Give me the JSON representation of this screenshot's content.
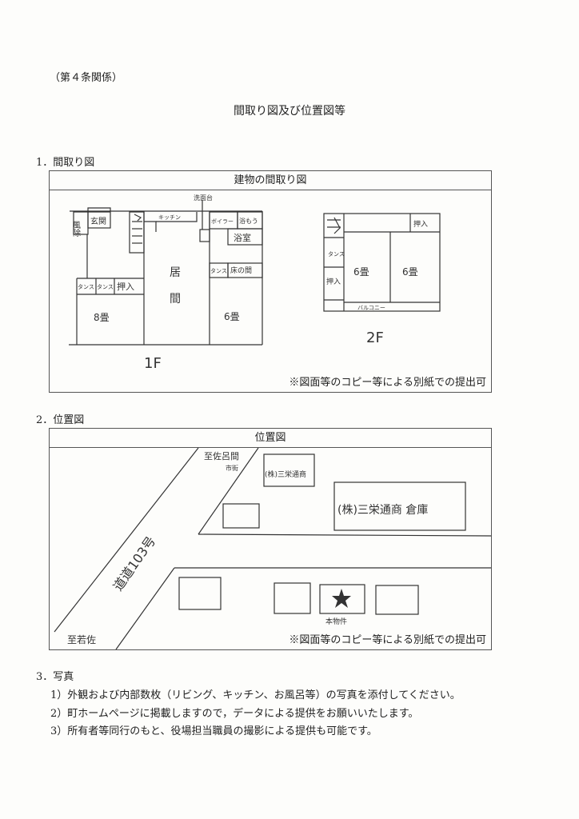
{
  "header": {
    "article_ref": "（第４条関係）",
    "title": "間取り図及び位置図等"
  },
  "section1": {
    "heading": "1．間取り図",
    "box_title": "建物の間取り図",
    "note": "※図面等のコピー等による別紙での提出可",
    "floor1": {
      "label": "1F",
      "rooms": {
        "windbreak": "風除",
        "entrance": "玄関",
        "kitchen": "キッチン",
        "washbasin": "洗面台",
        "boiler": "ボイラー",
        "bath_tub": "浴もう",
        "bathroom": "浴室",
        "living_1": "居",
        "living_2": "間",
        "tansu_right": "タンス",
        "tokonoma": "床の間",
        "tansu_left_1": "タンス",
        "tansu_left_2": "タンス",
        "closet": "押入",
        "room_8": "8畳",
        "room_6": "6畳"
      }
    },
    "floor2": {
      "label": "2F",
      "rooms": {
        "tansu": "タンス",
        "closet_left": "押入",
        "closet_top": "押入",
        "room_a": "6畳",
        "room_b": "6畳",
        "balcony": "バルコニー"
      }
    }
  },
  "section2": {
    "heading": "2．位置図",
    "box_title": "位置図",
    "note": "※図面等のコピー等による別紙での提出可",
    "labels": {
      "to_saroma": "至佐呂間",
      "to_saroma_sub": "市街",
      "road": "道道103号",
      "to_wakasa": "至若佐",
      "company": "(株)三栄通商",
      "warehouse": "(株)三栄通商 倉庫",
      "property": "本物件"
    }
  },
  "section3": {
    "heading": "3．写真",
    "items": [
      "1）外観および内部数枚（リビング、キッチン、お風呂等）の写真を添付してください。",
      "2）町ホームページに掲載しますので，データによる提供をお願いいたします。",
      "3）所有者等同行のもと、役場担当職員の撮影による提供も可能です。"
    ]
  }
}
